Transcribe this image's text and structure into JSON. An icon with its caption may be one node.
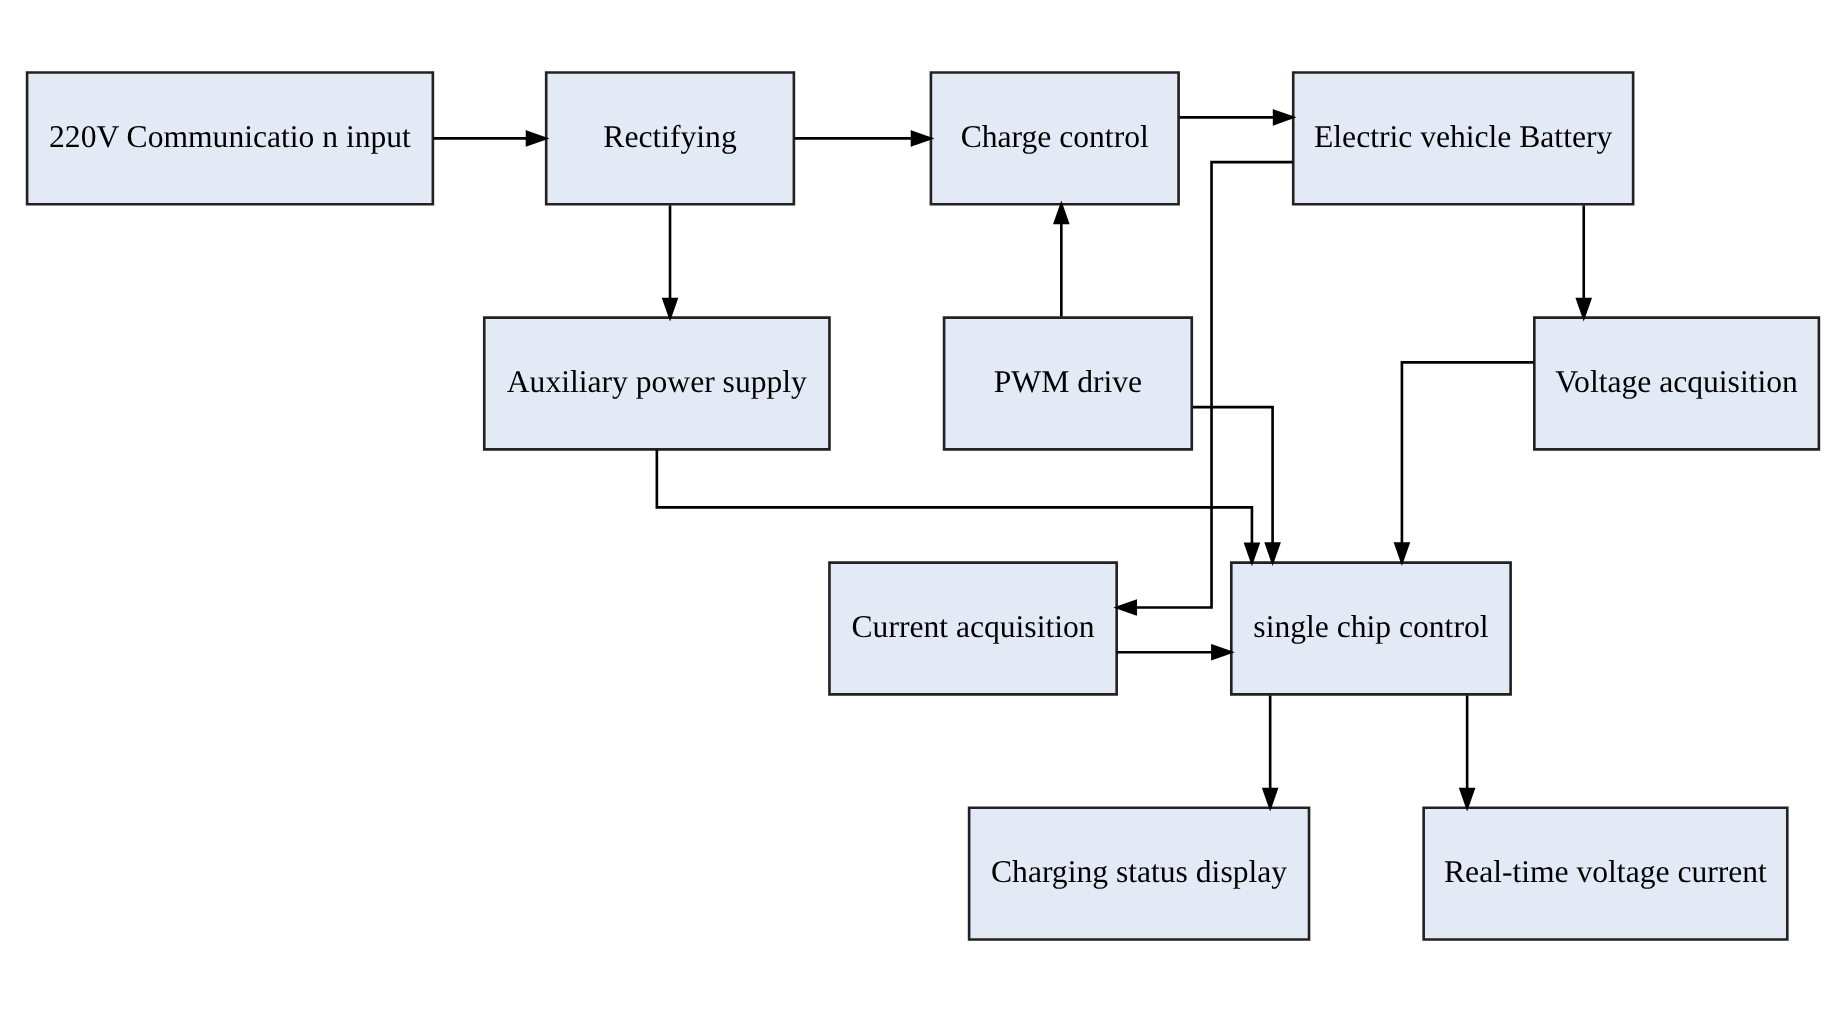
{
  "diagram": {
    "nodes": [
      {
        "text": [
          "220V Communicatio n input"
        ]
      },
      {
        "text": [
          "Rectifying"
        ]
      },
      {
        "text": [
          "Charge control"
        ]
      },
      {
        "text": [
          "Electric vehicle Battery"
        ]
      },
      {
        "text": [
          "Auxiliary power supply"
        ]
      },
      {
        "text": [
          "PWM drive"
        ]
      },
      {
        "text": [
          "Voltage acquisition"
        ]
      },
      {
        "text": [
          "single chip control"
        ]
      },
      {
        "text": [
          "Current acquisition"
        ]
      },
      {
        "text": [
          "Charging status display"
        ]
      },
      {
        "text": [
          "Real-time voltage current"
        ]
      }
    ],
    "edges": [
      {
        "from": 0,
        "to": 1,
        "arrow": "to"
      },
      {
        "from": 1,
        "to": 2,
        "arrow": "to"
      },
      {
        "from": 2,
        "to": 3,
        "arrow": "to"
      },
      {
        "from": 1,
        "to": 4,
        "arrow": "to"
      },
      {
        "from": 5,
        "to": 2,
        "arrow": "to"
      },
      {
        "from": 3,
        "to": 6,
        "arrow": "to"
      },
      {
        "from": 3,
        "to": 8,
        "arrow": "to"
      },
      {
        "from": 5,
        "to": 7,
        "arrow": "to"
      },
      {
        "from": 4,
        "to": 7,
        "arrow": "to"
      },
      {
        "from": 6,
        "to": 7,
        "arrow": "to"
      },
      {
        "from": 8,
        "to": 7,
        "arrow": "to"
      },
      {
        "from": 7,
        "to": 9,
        "arrow": "to"
      },
      {
        "from": 7,
        "to": 10,
        "arrow": "to"
      }
    ]
  }
}
